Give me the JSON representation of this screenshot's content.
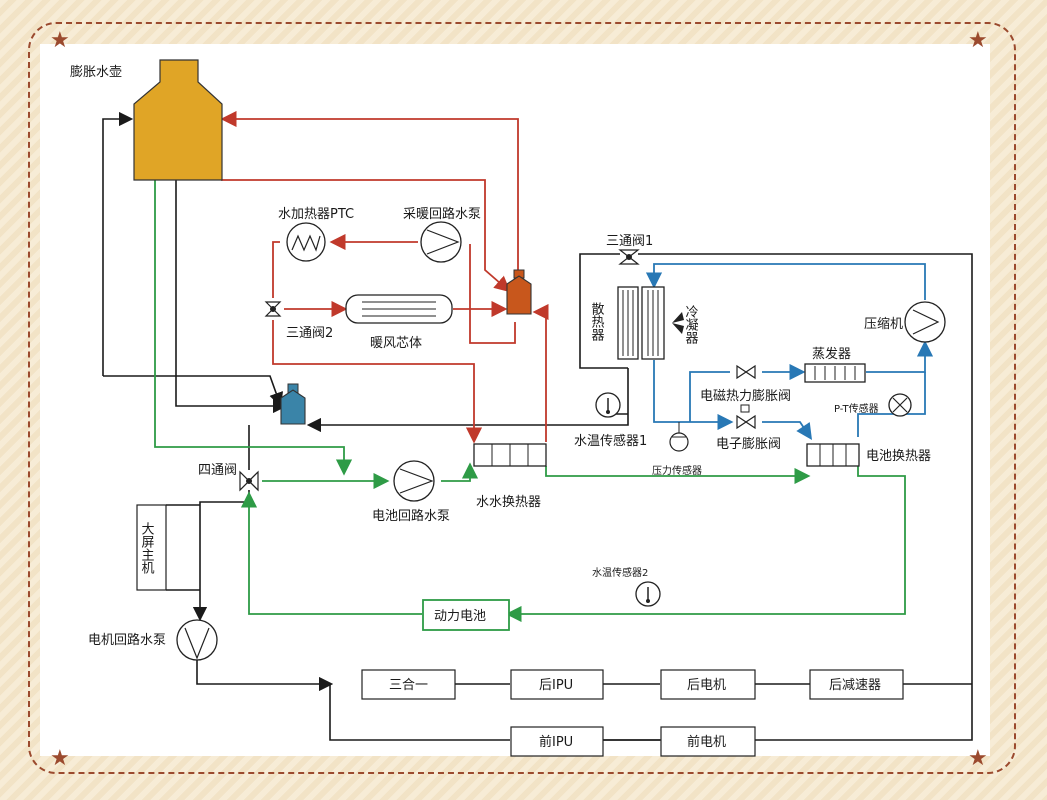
{
  "labels": {
    "expansion_tank": "膨胀水壶",
    "water_ptc": "水加热器PTC",
    "heating_pump": "采暖回路水泵",
    "three_way_1": "三通阀1",
    "three_way_2": "三通阀2",
    "heater_core": "暖风芯体",
    "radiator": "散热器",
    "condenser": "冷凝器",
    "compressor": "压缩机",
    "evaporator": "蒸发器",
    "solenoid_exv": "电磁热力膨胀阀",
    "electronic_exv": "电子膨胀阀",
    "pt_sensor": "P-T传感器",
    "pressure_sensor": "压力传感器",
    "water_temp_1": "水温传感器1",
    "water_temp_2": "水温传感器2",
    "battery_chiller": "电池换热器",
    "water_water_hx": "水水换热器",
    "battery_pump": "电池回路水泵",
    "four_way_valve": "四通阀",
    "head_unit": "大屏主机",
    "motor_pump": "电机回路水泵",
    "power_battery": "动力电池",
    "three_in_one": "三合一",
    "rear_ipu": "后IPU",
    "rear_motor": "后电机",
    "rear_reducer": "后减速器",
    "front_ipu": "前IPU",
    "front_motor": "前电机"
  },
  "colors": {
    "red_loop": "#c0392b",
    "green_loop": "#2e9b46",
    "blue_loop": "#2878b5",
    "black_loop": "#1a1a1a",
    "tank_fill": "#e0a526",
    "heater_valve_fill": "#c8571c",
    "blue_valve_fill": "#3a84a8"
  }
}
